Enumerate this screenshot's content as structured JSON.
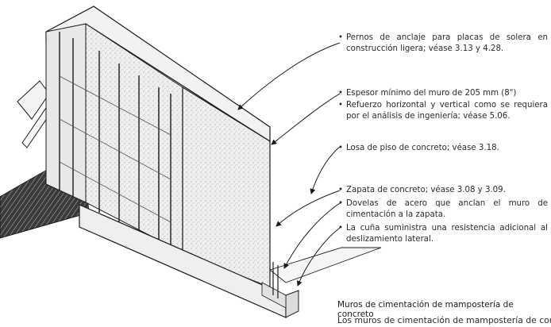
{
  "annotations": [
    {
      "id": "anchor-bolts",
      "text": "Pernos de anclaje para placas de solera en construcción ligera; véase 3.13 y 4.28."
    },
    {
      "id": "wall-thickness",
      "text": "Espesor mínimo del muro de 205 mm (8\")"
    },
    {
      "id": "reinforcement",
      "text": "Refuerzo horizontal y vertical como se requiera por el análisis de ingeniería; véase 5.06."
    },
    {
      "id": "floor-slab",
      "text": "Losa de piso de concreto; véase 3.18."
    },
    {
      "id": "footing",
      "text": "Zapata de concreto; véase 3.08 y 3.09."
    },
    {
      "id": "dowels",
      "text": "Dovelas de acero que anclan el muro de cimentación a la zapata."
    },
    {
      "id": "key",
      "text": "La cuña suministra una resistencia adicional al deslizamiento lateral."
    }
  ],
  "caption": {
    "title": "Muros de cimentación de mampostería de concreto",
    "body": "Los muros de cimentación de mampostería de concreto"
  },
  "bullet": "•",
  "colors": {
    "ink": "#1a1a1a",
    "concrete": "#ededed",
    "soil": "#2a2a2a",
    "paper": "#ffffff"
  }
}
